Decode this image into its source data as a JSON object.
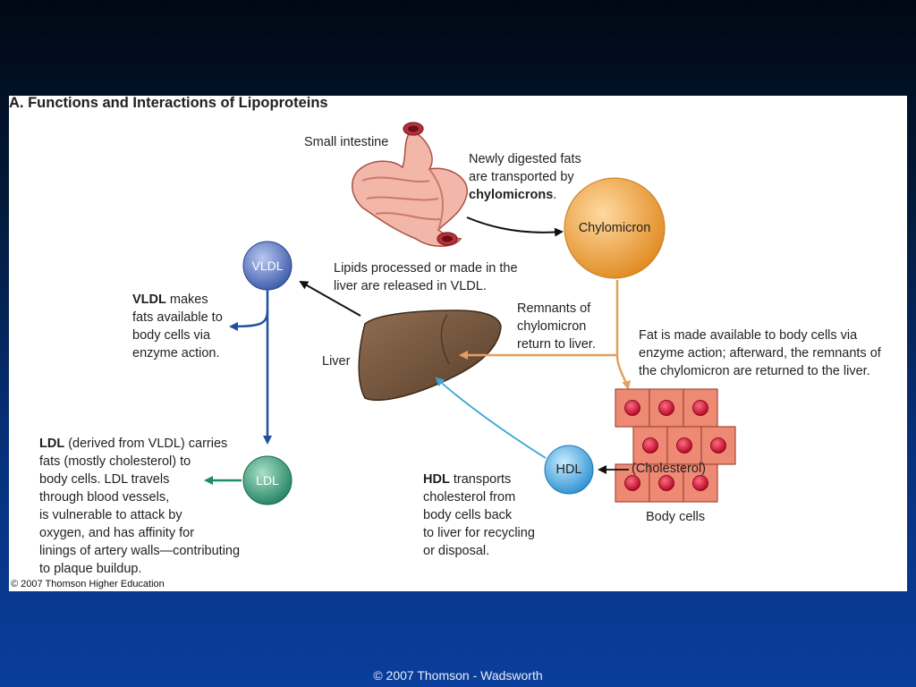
{
  "figure": {
    "title": "A. Functions and Interactions of Lipoproteins",
    "credit": "© 2007 Thomson Higher Education"
  },
  "nodes": {
    "vldl": "VLDL",
    "chylomicron": "Chylomicron",
    "ldl": "LDL",
    "hdl": "HDL",
    "small_intestine": "Small intestine",
    "liver": "Liver",
    "body_cells": "Body cells",
    "cholesterol": "(Cholesterol)"
  },
  "annotations": {
    "chylo_line1": "Newly digested fats",
    "chylo_line2": "are transported by",
    "chylo_bold": "chylomicrons",
    "chylo_end": ".",
    "lipids_line1": "Lipids processed or made in the",
    "lipids_line2": "liver are released in VLDL.",
    "remnants_line1": "Remnants of",
    "remnants_line2": "chylomicron",
    "remnants_line3": "return to liver.",
    "fat_line1": "Fat is made available to body cells via",
    "fat_line2": "enzyme action; afterward, the remnants of",
    "fat_line3": "the chylomicron are returned to the liver.",
    "vldl_bold": "VLDL",
    "vldl_line1_rest": " makes",
    "vldl_line2": "fats available to",
    "vldl_line3": "body cells via",
    "vldl_line4": "enzyme action.",
    "ldl_bold": "LDL",
    "ldl_line1_rest": " (derived from VLDL) carries",
    "ldl_line2": "fats (mostly cholesterol) to",
    "ldl_line3": "body cells. LDL travels",
    "ldl_line4": "through blood vessels,",
    "ldl_line5": "is vulnerable to attack by",
    "ldl_line6": "oxygen, and has affinity for",
    "ldl_line7": "linings of artery walls—contributing",
    "ldl_line8": "to plaque buildup.",
    "hdl_bold": "HDL",
    "hdl_line1_rest": " transports",
    "hdl_line2": "cholesterol from",
    "hdl_line3": "body cells back",
    "hdl_line4": "to liver for recycling",
    "hdl_line5": "or disposal."
  },
  "colors": {
    "vldl": "#4a6ab8",
    "chylomicron": "#f0a23a",
    "ldl": "#2e9a74",
    "hdl": "#3a9fe0",
    "liver": "#7a5a40",
    "intestine": "#f2b7a8",
    "cell": "#ee8a73",
    "nucleus": "#c8102e",
    "arrow_blue": "#1e4fa0",
    "arrow_orange": "#e3a060",
    "arrow_green": "#1f8a6a",
    "arrow_lightblue": "#3aa6d8"
  },
  "footer": "© 2007 Thomson - Wadsworth"
}
